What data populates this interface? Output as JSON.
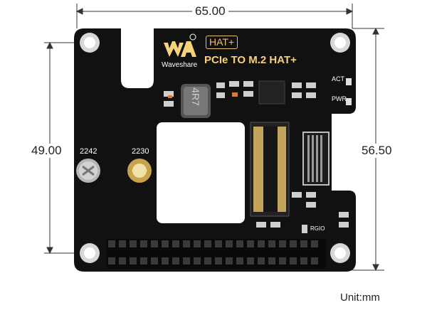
{
  "dimensions": {
    "width": "65.00",
    "left_height": "49.00",
    "right_height": "56.50",
    "unit": "Unit:mm"
  },
  "board": {
    "brand": "Waveshare",
    "badge": "HAT+",
    "product": "PCIe TO M.2 HAT+",
    "led_act": "ACT",
    "led_pwr": "PWR",
    "standoff_2242": "2242",
    "standoff_2230": "2230",
    "inductor": "4R7",
    "rgio": "RGIO"
  },
  "colors": {
    "pcb": "#111111",
    "gold": "#e8c26a",
    "silver": "#c9c9c9"
  },
  "icons": [
    "waveshare-logo-icon",
    "registered-mark-icon"
  ]
}
